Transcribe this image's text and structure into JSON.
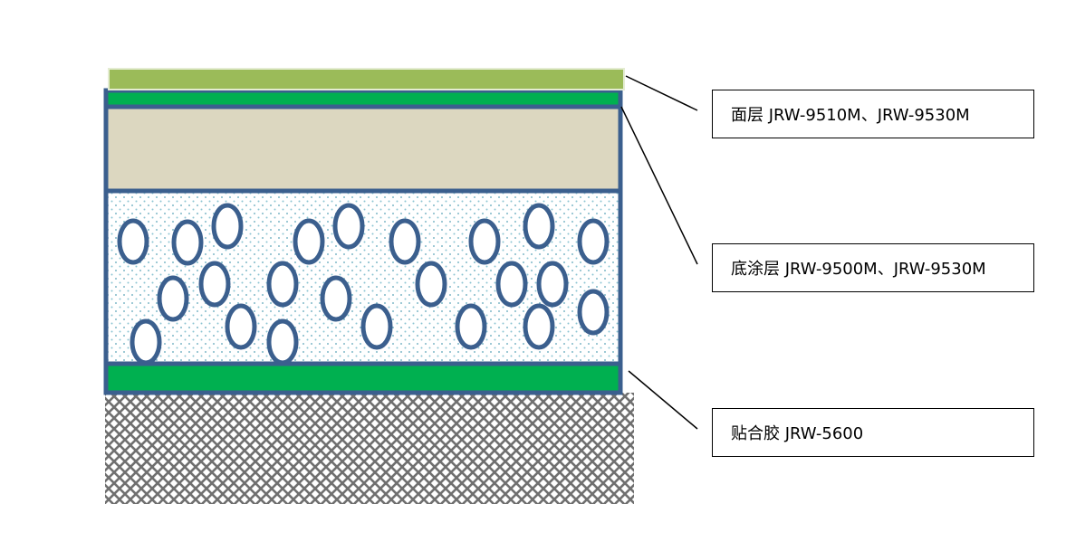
{
  "layers": {
    "top_coat": {
      "label": "面层 JRW-9510M、JRW-9530M",
      "color": "#9bbb59"
    },
    "base_coat": {
      "label": "底涂层 JRW-9500M、JRW-9530M",
      "color": "#dcd7c0"
    },
    "adhesive": {
      "label": "贴合胶 JRW-5600",
      "color": "#00b050"
    }
  },
  "colors": {
    "frame": "#3b5f8e",
    "bubble_stroke": "#3b5f8e",
    "foam_dots": "#7fb8c8",
    "substrate_mesh": "#707070"
  }
}
